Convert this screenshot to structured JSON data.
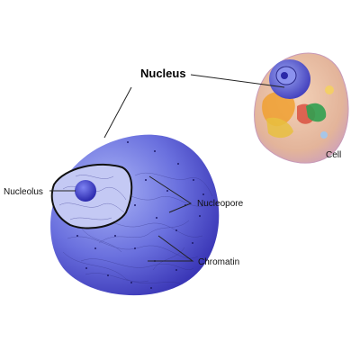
{
  "labels": {
    "title": "Nucleus",
    "cell": "Cell",
    "nucleolus": "Nucleolus",
    "nucleopore": "Nucleopore",
    "chromatin": "Chromatin"
  },
  "colors": {
    "nucleus_light": "#9aa4f0",
    "nucleus_mid": "#5d63d8",
    "nucleus_dark": "#2f2bb0",
    "nucleolus": "#3a3ad0",
    "cell_membrane": "#e8b89a",
    "cell_outer": "#d8a8c8",
    "organelle_orange": "#f0a030",
    "organelle_green": "#30a050"
  }
}
